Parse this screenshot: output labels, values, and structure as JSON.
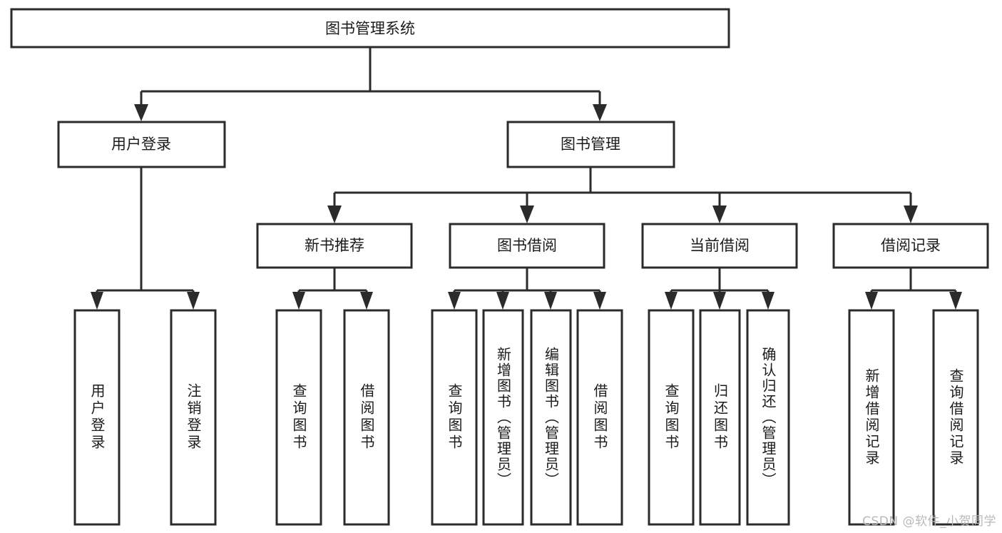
{
  "diagram": {
    "type": "tree-hierarchy-chart",
    "title": "图书管理系统",
    "watermark": "CSDN @软件_小贺同学",
    "levels": [
      {
        "level": 1,
        "nodes": [
          {
            "id": "root",
            "label": "图书管理系统",
            "orientation": "horizontal"
          }
        ]
      },
      {
        "level": 2,
        "nodes": [
          {
            "id": "login",
            "label": "用户登录",
            "orientation": "horizontal",
            "parent": "root"
          },
          {
            "id": "bookmgmt",
            "label": "图书管理",
            "orientation": "horizontal",
            "parent": "root"
          }
        ]
      },
      {
        "level": 3,
        "nodes": [
          {
            "id": "newbook",
            "label": "新书推荐",
            "orientation": "horizontal",
            "parent": "bookmgmt"
          },
          {
            "id": "borrow",
            "label": "图书借阅",
            "orientation": "horizontal",
            "parent": "bookmgmt"
          },
          {
            "id": "current",
            "label": "当前借阅",
            "orientation": "horizontal",
            "parent": "bookmgmt"
          },
          {
            "id": "records",
            "label": "借阅记录",
            "orientation": "horizontal",
            "parent": "bookmgmt"
          }
        ]
      },
      {
        "level": 4,
        "nodes": [
          {
            "id": "leaf-user-login",
            "label": "用户登录",
            "orientation": "vertical",
            "parent": "login"
          },
          {
            "id": "leaf-user-logout",
            "label": "注销登录",
            "orientation": "vertical",
            "parent": "login"
          },
          {
            "id": "leaf-nb-query",
            "label": "查询图书",
            "orientation": "vertical",
            "parent": "newbook"
          },
          {
            "id": "leaf-nb-borrow",
            "label": "借阅图书",
            "orientation": "vertical",
            "parent": "newbook"
          },
          {
            "id": "leaf-bo-query",
            "label": "查询图书",
            "orientation": "vertical",
            "parent": "borrow"
          },
          {
            "id": "leaf-bo-add",
            "label": "新增图书（管理员）",
            "orientation": "vertical",
            "parent": "borrow"
          },
          {
            "id": "leaf-bo-edit",
            "label": "编辑图书（管理员）",
            "orientation": "vertical",
            "parent": "borrow"
          },
          {
            "id": "leaf-bo-borrow",
            "label": "借阅图书",
            "orientation": "vertical",
            "parent": "borrow"
          },
          {
            "id": "leaf-cu-query",
            "label": "查询图书",
            "orientation": "vertical",
            "parent": "current"
          },
          {
            "id": "leaf-cu-return",
            "label": "归还图书",
            "orientation": "vertical",
            "parent": "current"
          },
          {
            "id": "leaf-cu-confirm",
            "label": "确认归还（管理员）",
            "orientation": "vertical",
            "parent": "current"
          },
          {
            "id": "leaf-rc-add",
            "label": "新增借阅记录",
            "orientation": "vertical",
            "parent": "records"
          },
          {
            "id": "leaf-rc-query",
            "label": "查询借阅记录",
            "orientation": "vertical",
            "parent": "records"
          }
        ]
      }
    ],
    "colors": {
      "stroke": "#2b2b2b",
      "fill": "#ffffff",
      "text": "#1b1b1b",
      "watermark": "#b9b9b9",
      "background": "#ffffff"
    }
  }
}
